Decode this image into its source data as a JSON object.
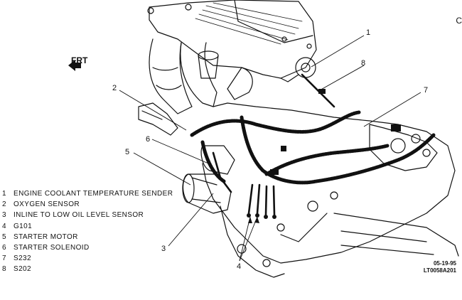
{
  "direction_label": "FRT",
  "edge_mark": "C",
  "callouts": [
    "1",
    "2",
    "3",
    "4",
    "5",
    "6",
    "7",
    "8"
  ],
  "legend": [
    {
      "num": "1",
      "text": "ENGINE COOLANT TEMPERATURE SENDER"
    },
    {
      "num": "2",
      "text": "OXYGEN SENSOR"
    },
    {
      "num": "3",
      "text": "INLINE TO LOW OIL LEVEL SENSOR"
    },
    {
      "num": "4",
      "text": "G101"
    },
    {
      "num": "5",
      "text": "STARTER MOTOR"
    },
    {
      "num": "6",
      "text": "STARTER SOLENOID"
    },
    {
      "num": "7",
      "text": "S232"
    },
    {
      "num": "8",
      "text": "S202"
    }
  ],
  "stamp": {
    "date": "05-19-95",
    "code": "LT0058A201"
  }
}
